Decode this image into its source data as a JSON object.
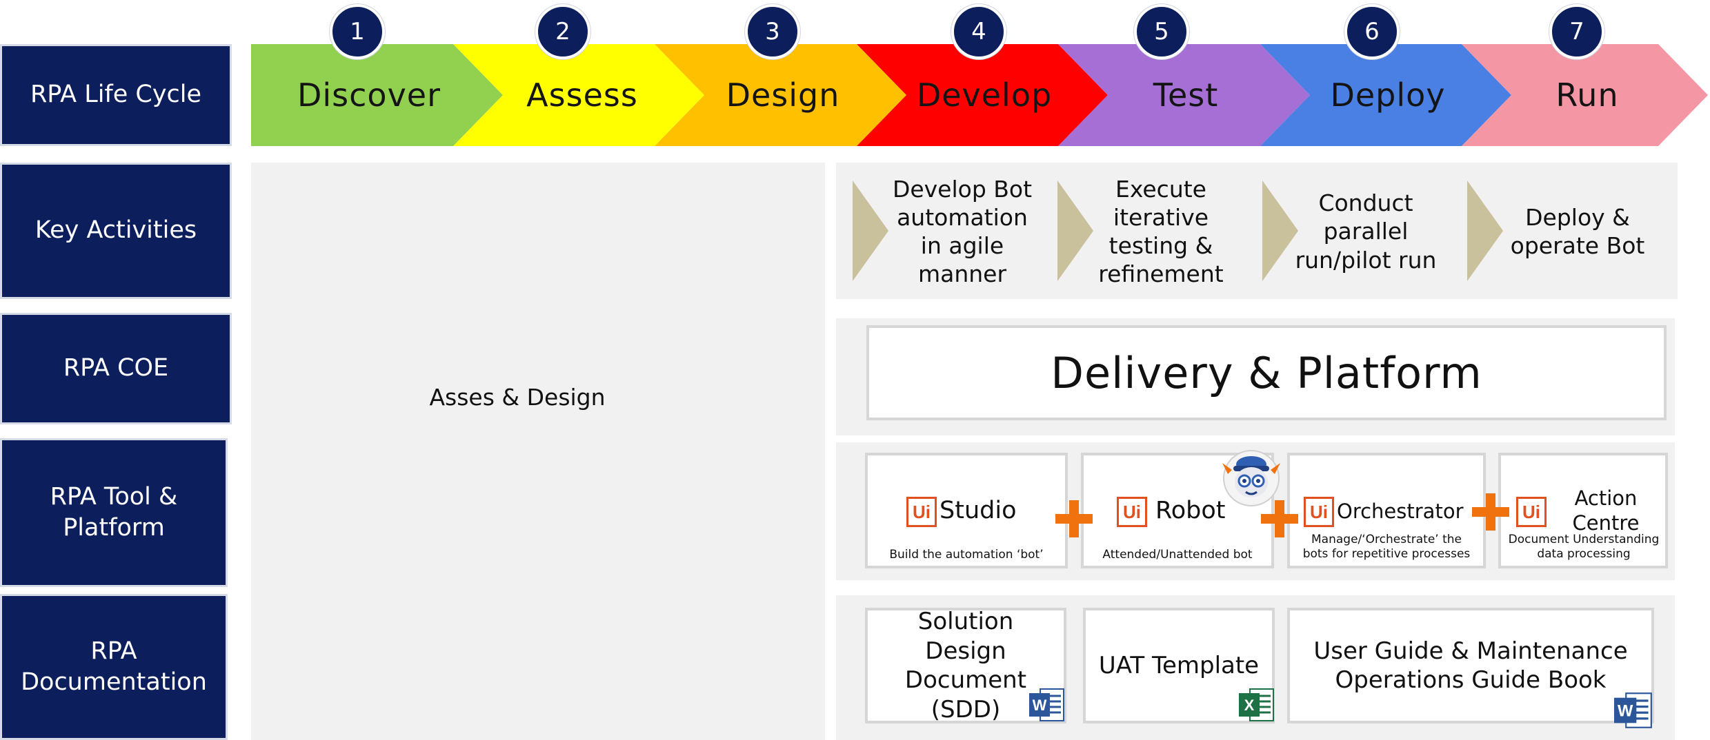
{
  "row_labels": {
    "life_cycle": "RPA Life Cycle",
    "key_activities": "Key Activities",
    "coe": "RPA COE",
    "tool": "RPA Tool & Platform",
    "documentation": "RPA Documentation"
  },
  "stages": [
    {
      "num": "1",
      "label": "Discover",
      "color": "#92d050"
    },
    {
      "num": "2",
      "label": "Assess",
      "color": "#ffff00"
    },
    {
      "num": "3",
      "label": "Design",
      "color": "#ffc000"
    },
    {
      "num": "4",
      "label": "Develop",
      "color": "#ff0000"
    },
    {
      "num": "5",
      "label": "Test",
      "color": "#a56fd6"
    },
    {
      "num": "6",
      "label": "Deploy",
      "color": "#4a7fe3"
    },
    {
      "num": "7",
      "label": "Run",
      "color": "#f596a4"
    }
  ],
  "left_panel_text": "Asses & Design",
  "activities": [
    "Develop Bot automation in agile manner",
    "Execute iterative testing & refinement",
    "Conduct parallel run/pilot run",
    "Deploy & operate Bot"
  ],
  "coe_text": "Delivery & Platform",
  "tools": [
    {
      "logo": "Ui",
      "name": "Studio",
      "desc": "Build the automation ‘bot’"
    },
    {
      "logo": "Ui",
      "name": "Robot",
      "desc": "Attended/Unattended bot"
    },
    {
      "logo": "Ui",
      "name": "Orchestrator",
      "desc": "Manage/‘Orchestrate’ the bots for repetitive processes"
    },
    {
      "logo": "Ui",
      "name": "Action Centre",
      "desc": "Document Understanding data processing"
    }
  ],
  "documents": [
    {
      "label": "Solution Design Document (SDD)",
      "icon": "word-icon"
    },
    {
      "label": "UAT Template",
      "icon": "excel-icon"
    },
    {
      "label": "User Guide & Maintenance Operations Guide Book",
      "icon": "word-icon"
    }
  ],
  "colors": {
    "navy": "#0c1f5c",
    "panel": "#f1f1f1",
    "uipath_orange": "#e1501f",
    "plus_orange": "#f0720f",
    "activity_arrow": "#c9c09c",
    "word_blue": "#2b579a",
    "excel_green": "#1e7145"
  }
}
